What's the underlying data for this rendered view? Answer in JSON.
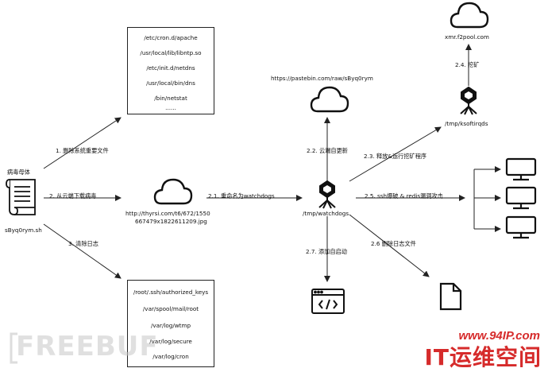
{
  "source": {
    "title": "病毒母体",
    "filename": "sByq0rym.sh"
  },
  "boxes": {
    "top": {
      "items": [
        "/etc/cron.d/apache",
        "/usr/local/lib/libntp.so",
        "/etc/init.d/netdns",
        "/usr/local/bin/dns",
        "/bin/netstat",
        "......"
      ]
    },
    "bottom": {
      "items": [
        "/root/.ssh/authorized_keys",
        "/var/spool/mail/root",
        "/var/log/wtmp",
        "/var/log/secure",
        "/var/log/cron"
      ]
    }
  },
  "nodes": {
    "download_url_line1": "http://thyrsi.com/t6/672/1550",
    "download_url_line2": "667479x1822611209.jpg",
    "watchdogs": "/tmp/watchdogs",
    "pastebin": "https://pastebin.com/raw/sByq0rym",
    "ksoftirqds": "/tmp/ksoftirqds",
    "pool": "xmr.f2pool.com"
  },
  "edges": {
    "e1": "1. 删除系统重要文件",
    "e2": "2. 从云端下载病毒",
    "e3": "3. 清除日志",
    "e21": "2.1. 重命名为watchdogs",
    "e22": "2.2. 云端自更新",
    "e23": "2.3. 释放&运行挖矿程序",
    "e24": "2.4. 挖矿",
    "e25": "2.5. ssh爆破 & redis漏洞攻击",
    "e26": "2.6 删除日志文件",
    "e27": "2.7. 添加自启动"
  },
  "watermark": {
    "freebuf": "FREEBUF",
    "url": "www.94IP.com",
    "brand": "IT运维空间"
  },
  "colors": {
    "line": "#222222",
    "watermark_red": "#d62b2b",
    "watermark_gray": "#c8c8c8"
  }
}
